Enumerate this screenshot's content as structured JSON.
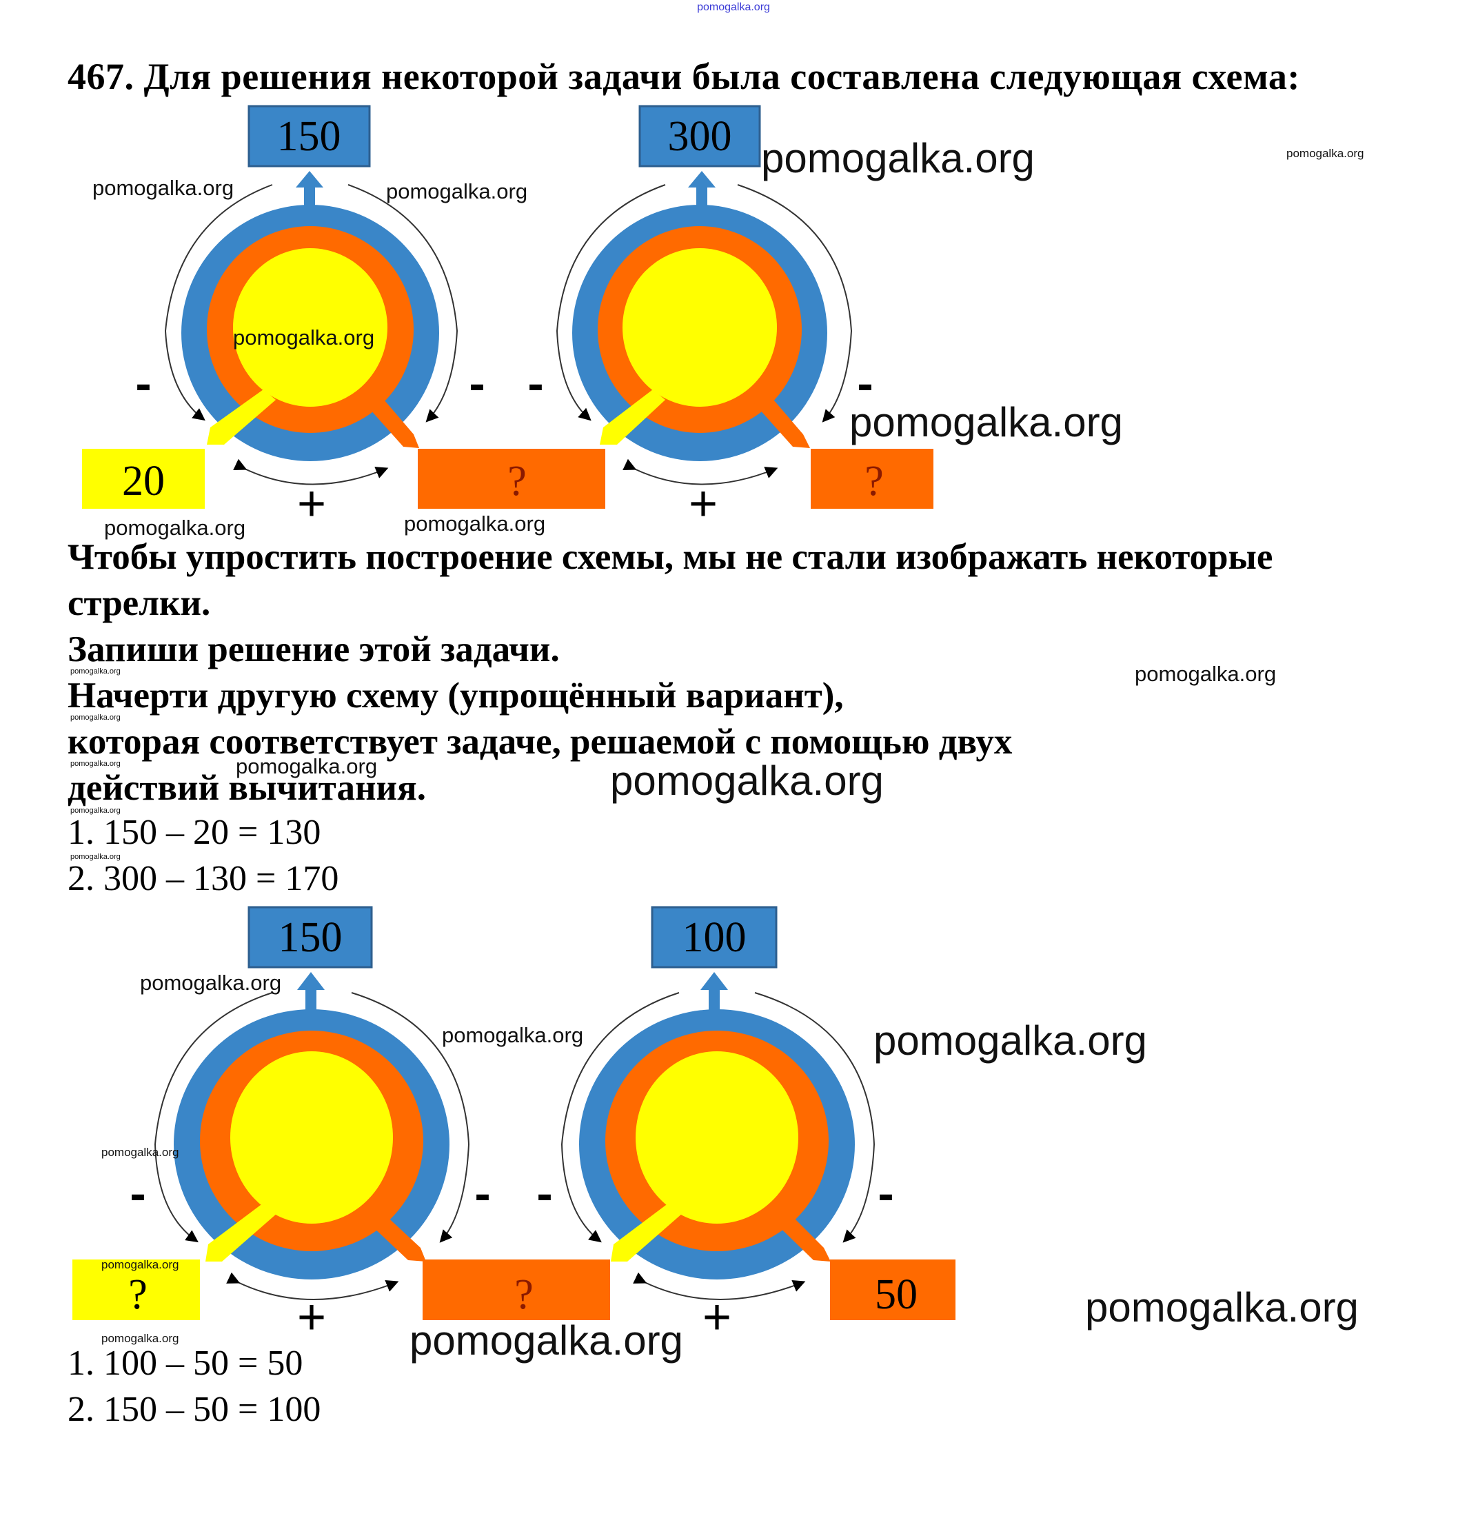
{
  "watermark": "pomogalka.org",
  "problem": {
    "title": "467. Для решения некоторой задачи была составлена следующая схема:",
    "paragraphs": [
      "Чтобы упростить построение схемы, мы не стали изображать некоторые",
      "стрелки.",
      "Запиши решение этой задачи.",
      "Начерти другую схему (упрощённый вариант),",
      "которая соответствует задаче, решаемой с помощью двух",
      "действий вычитания."
    ],
    "solution_1": [
      "1. 150 – 20 = 130",
      "2. 300 – 130 = 170"
    ],
    "solution_2": [
      "1. 100 – 50 = 50",
      "2. 150 – 50 = 100"
    ]
  },
  "colors": {
    "blue": "#3a86c8",
    "orange": "#ff6a00",
    "yellow": "#ffff00",
    "box_border": "#2d5f8f"
  },
  "diagrams": {
    "top": [
      {
        "whole": "150",
        "part_left": "20",
        "part_right": "?",
        "minus": "-",
        "plus": "+"
      },
      {
        "whole": "300",
        "part_left": "?",
        "part_right": "?",
        "minus": "-",
        "plus": "+"
      }
    ],
    "bottom": [
      {
        "whole": "150",
        "part_left": "?",
        "part_right": "?",
        "minus": "-",
        "plus": "+"
      },
      {
        "whole": "100",
        "part_left": "?",
        "part_right": "50",
        "minus": "-",
        "plus": "+"
      }
    ]
  }
}
